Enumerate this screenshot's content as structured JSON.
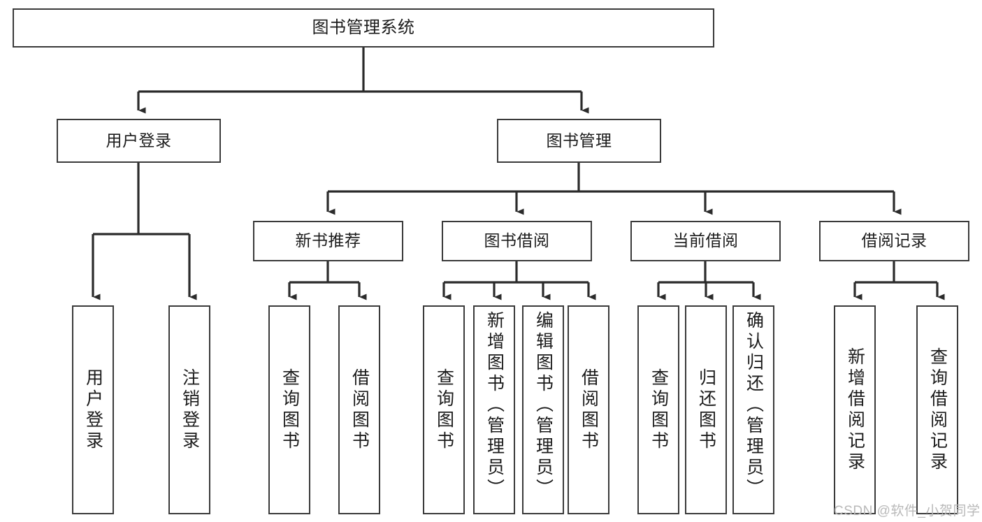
{
  "diagram": {
    "title": "图书管理系统",
    "type": "hierarchy-tree",
    "colors": {
      "box_border": "#3a3a3a",
      "box_fill": "#ffffff",
      "connector": "#2b2b2b",
      "watermark": "#b9b9b9",
      "background": "#ffffff"
    },
    "levels": [
      {
        "level": 1,
        "nodes": [
          {
            "id": "root",
            "label": "图书管理系统"
          }
        ]
      },
      {
        "level": 2,
        "nodes": [
          {
            "id": "user-login",
            "label": "用户登录",
            "parent": "root"
          },
          {
            "id": "book-manage",
            "label": "图书管理",
            "parent": "root"
          }
        ]
      },
      {
        "level": 3,
        "nodes": [
          {
            "id": "new-book-rec",
            "label": "新书推荐",
            "parent": "book-manage"
          },
          {
            "id": "book-borrow",
            "label": "图书借阅",
            "parent": "book-manage"
          },
          {
            "id": "current-borrow",
            "label": "当前借阅",
            "parent": "book-manage"
          },
          {
            "id": "borrow-record",
            "label": "借阅记录",
            "parent": "book-manage"
          }
        ]
      },
      {
        "level": 4,
        "nodes": [
          {
            "id": "leaf-user-login",
            "label": "用户登录",
            "parent": "user-login"
          },
          {
            "id": "leaf-user-logout",
            "label": "注销登录",
            "parent": "user-login"
          },
          {
            "id": "leaf-query-book-1",
            "label": "查询图书",
            "parent": "new-book-rec"
          },
          {
            "id": "leaf-borrow-book-1",
            "label": "借阅图书",
            "parent": "new-book-rec"
          },
          {
            "id": "leaf-query-book-2",
            "label": "查询图书",
            "parent": "book-borrow"
          },
          {
            "id": "leaf-add-book",
            "label": "新增图书（管理员）",
            "parent": "book-borrow"
          },
          {
            "id": "leaf-edit-book",
            "label": "编辑图书（管理员）",
            "parent": "book-borrow"
          },
          {
            "id": "leaf-borrow-book-2",
            "label": "借阅图书",
            "parent": "book-borrow"
          },
          {
            "id": "leaf-query-book-3",
            "label": "查询图书",
            "parent": "current-borrow"
          },
          {
            "id": "leaf-return-book",
            "label": "归还图书",
            "parent": "current-borrow"
          },
          {
            "id": "leaf-confirm-return",
            "label": "确认归还（管理员）",
            "parent": "current-borrow"
          },
          {
            "id": "leaf-add-record",
            "label": "新增借阅记录",
            "parent": "borrow-record"
          },
          {
            "id": "leaf-query-record",
            "label": "查询借阅记录",
            "parent": "borrow-record"
          }
        ]
      }
    ]
  },
  "watermark": {
    "text": "CSDN @软件_小贺同学"
  }
}
